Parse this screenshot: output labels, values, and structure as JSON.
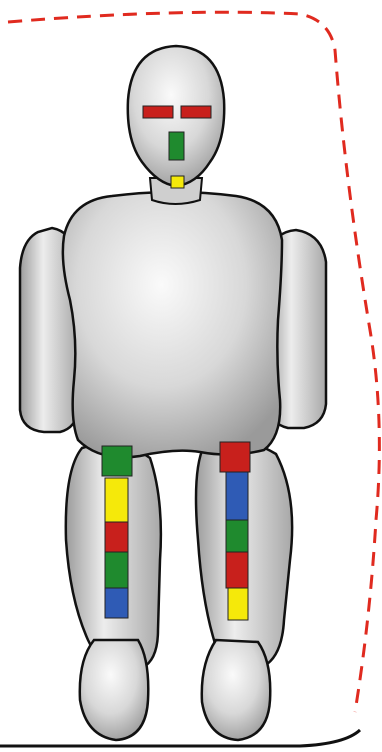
{
  "figure": {
    "subject": "crash-test-dummy",
    "seat_outline_color": "#e02a1f",
    "floor_line_color": "#111111"
  },
  "palette": {
    "red": "#c8201c",
    "green": "#1f8a2e",
    "yellow": "#f5e90a",
    "blue": "#2f5bb5",
    "body_fill": "#d9d9d9",
    "body_light": "#f2f2f2",
    "outline": "#111111"
  },
  "markers": {
    "head": [
      "red",
      "red",
      "green",
      "yellow"
    ],
    "left_leg": [
      "green",
      "yellow",
      "red",
      "green",
      "blue"
    ],
    "right_leg": [
      "red",
      "blue",
      "green",
      "red",
      "yellow"
    ]
  }
}
